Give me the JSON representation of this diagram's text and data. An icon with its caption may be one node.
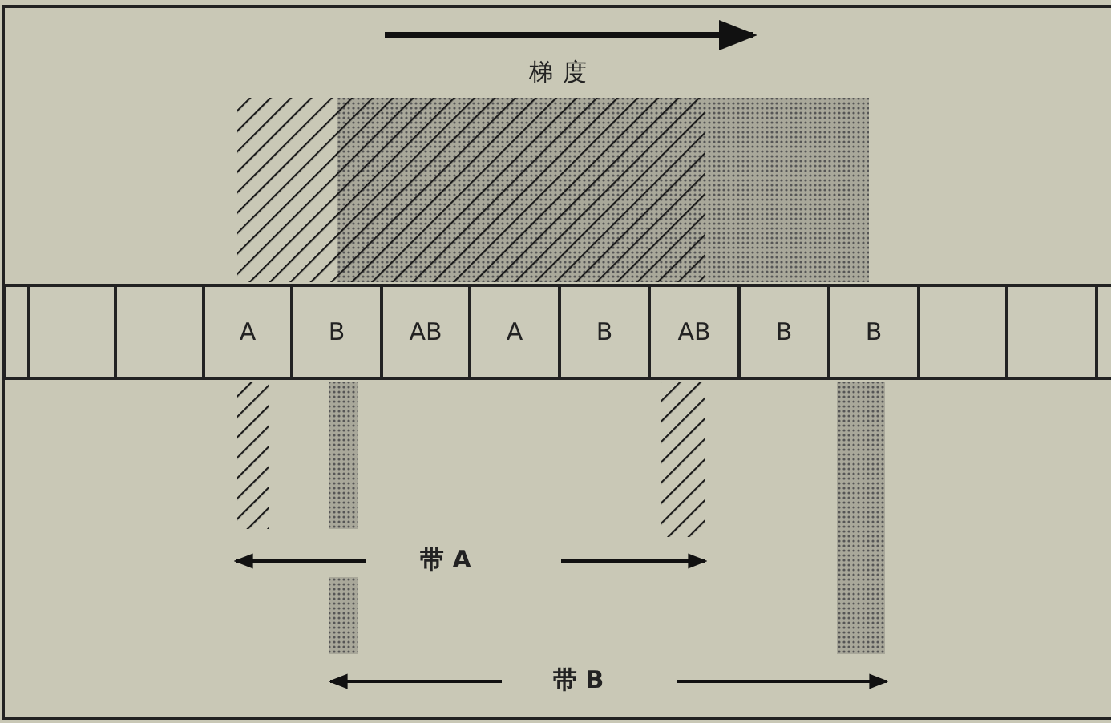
{
  "diagram": {
    "nodes": [
      {
        "text": [],
        "shape": "box"
      },
      {
        "text": [],
        "shape": "box"
      },
      {
        "text": [],
        "shape": "box"
      },
      {
        "text": [
          "A"
        ]
      },
      {
        "text": [
          "B"
        ]
      },
      {
        "text": [
          "AB"
        ]
      },
      {
        "text": [
          "A"
        ]
      },
      {
        "text": [
          "B"
        ]
      },
      {
        "text": [
          "AB"
        ]
      },
      {
        "text": [
          "B"
        ]
      },
      {
        "text": [
          "B"
        ]
      },
      {
        "text": [],
        "shape": "box"
      },
      {
        "text": [],
        "shape": "box"
      },
      {
        "text": [],
        "shape": "box"
      }
    ],
    "labels": [
      "梯度",
      "带 A",
      "带 B"
    ]
  }
}
